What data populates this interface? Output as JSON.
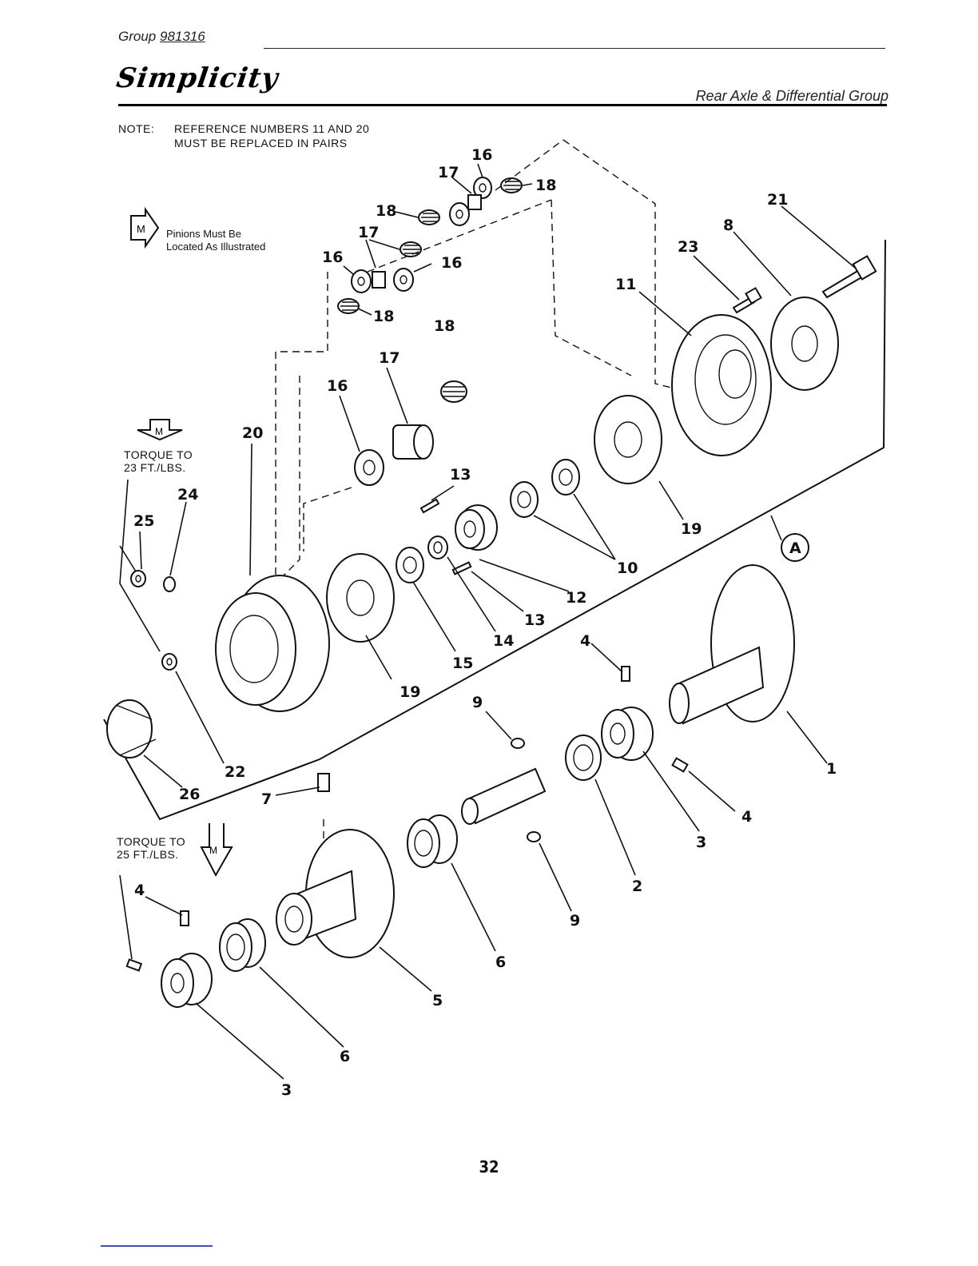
{
  "header": {
    "group_label": "Group",
    "group_number": "981316",
    "brand": "Simplicity",
    "section_title": "Rear Axle & Differential Group"
  },
  "note": {
    "label": "NOTE:",
    "line1": "REFERENCE NUMBERS 11 AND 20",
    "line2": "MUST BE REPLACED IN PAIRS"
  },
  "callouts": {
    "pinion_note_symbol": "M",
    "pinion_note_line1": "Pinions Must Be",
    "pinion_note_line2": "Located As Illustrated",
    "torque_a_symbol": "M",
    "torque_a_line1": "TORQUE TO",
    "torque_a_line2": "23 FT./LBS.",
    "torque_b_symbol": "M",
    "torque_b_line1": "TORQUE TO",
    "torque_b_line2": "25 FT./LBS.",
    "assembly_ref": "A"
  },
  "reference_numbers": [
    "1",
    "2",
    "3",
    "3",
    "4",
    "4",
    "4",
    "5",
    "6",
    "6",
    "7",
    "8",
    "9",
    "9",
    "10",
    "11",
    "12",
    "13",
    "13",
    "14",
    "15",
    "16",
    "16",
    "16",
    "16",
    "17",
    "17",
    "17",
    "18",
    "18",
    "18",
    "18",
    "19",
    "19",
    "20",
    "21",
    "22",
    "23",
    "24",
    "25",
    "26"
  ],
  "page_number": "32"
}
